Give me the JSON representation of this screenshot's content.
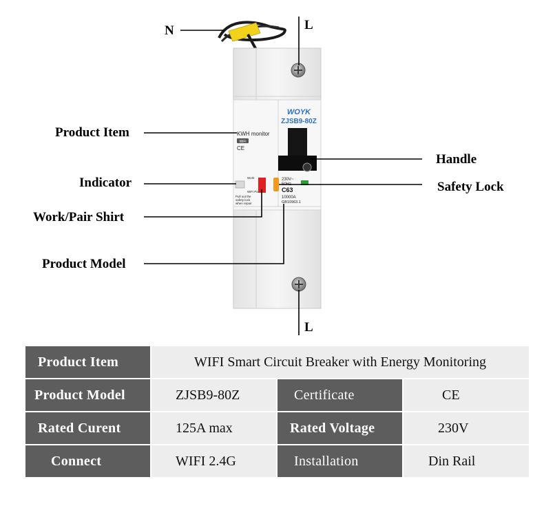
{
  "callouts": {
    "n": "N",
    "l_top": "L",
    "l_bottom": "L",
    "product_item": "Product Item",
    "indicator": "Indicator",
    "work_pair": "Work/Pair Shirt",
    "product_model": "Product Model",
    "handle": "Handle",
    "safety_lock": "Safety Lock"
  },
  "device": {
    "brand": "WOYK",
    "model": "ZJSB9-80Z",
    "kwh_label": "KWH monitor",
    "wifi_label": "WiFi",
    "ce_mark": "CE",
    "work_text": "Work",
    "wifi_pair_text": "WiFi Pair",
    "pull_text_1": "Pull out the",
    "pull_text_2": "safety lock",
    "pull_text_3": "when repair",
    "voltage_text": "230V~",
    "freq_text": "50Hz",
    "rating_text": "C63",
    "breaking_text": "10000A",
    "standard_text": "GB10963.1"
  },
  "table": {
    "rows": [
      {
        "h1": "Product Item",
        "v1": "WIFI Smart Circuit Breaker with Energy Monitoring"
      },
      {
        "h1": "Product Model",
        "v1": "ZJSB9-80Z",
        "h2": "Certificate",
        "v2": "CE"
      },
      {
        "h1": "Rated Curent",
        "v1": "125A max",
        "h2": "Rated Voltage",
        "v2": "230V"
      },
      {
        "h1": "Connect",
        "v1": "WIFI 2.4G",
        "h2": "Installation",
        "v2": "Din Rail"
      }
    ]
  },
  "colors": {
    "header_bg": "#5d5d5d",
    "value_bg": "#ededed",
    "brand_blue": "#2a6fc9",
    "work_red": "#e02020",
    "lock_orange": "#f39a1e",
    "indicator_green": "#2e9b3c",
    "wire_yellow": "#f2d21b"
  }
}
